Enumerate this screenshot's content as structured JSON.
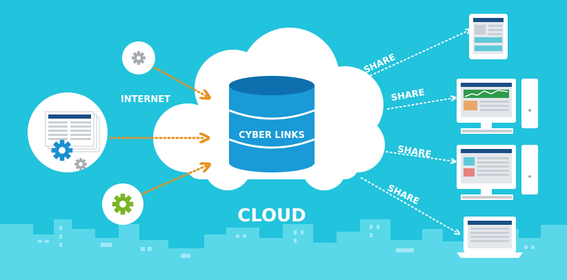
{
  "labels": {
    "internet": "INTERNET",
    "database": "CYBER LINKS",
    "cloud": "CLOUD",
    "share_1": "SHARE",
    "share_2": "SHARE",
    "share_3": "SHARE",
    "share_4": "SHARE"
  },
  "icons": {
    "left_top": "gear-icon",
    "left_middle": "document-gears-icon",
    "left_bottom": "gear-icon",
    "center": "database-icon",
    "right_1": "tablet-icon",
    "right_2": "desktop-computer-icon",
    "right_3": "desktop-computer-icon",
    "right_4": "laptop-icon"
  },
  "colors": {
    "background": "#22c3dc",
    "cloud": "#ffffff",
    "database": "#1a9ad6",
    "database_dark": "#0f6fae",
    "arrow_orange": "#e8911e",
    "gear_blue": "#1a8fd0",
    "gear_green": "#7ab526",
    "gear_gray": "#a6aab0",
    "skyline": "#5ad8ea"
  }
}
